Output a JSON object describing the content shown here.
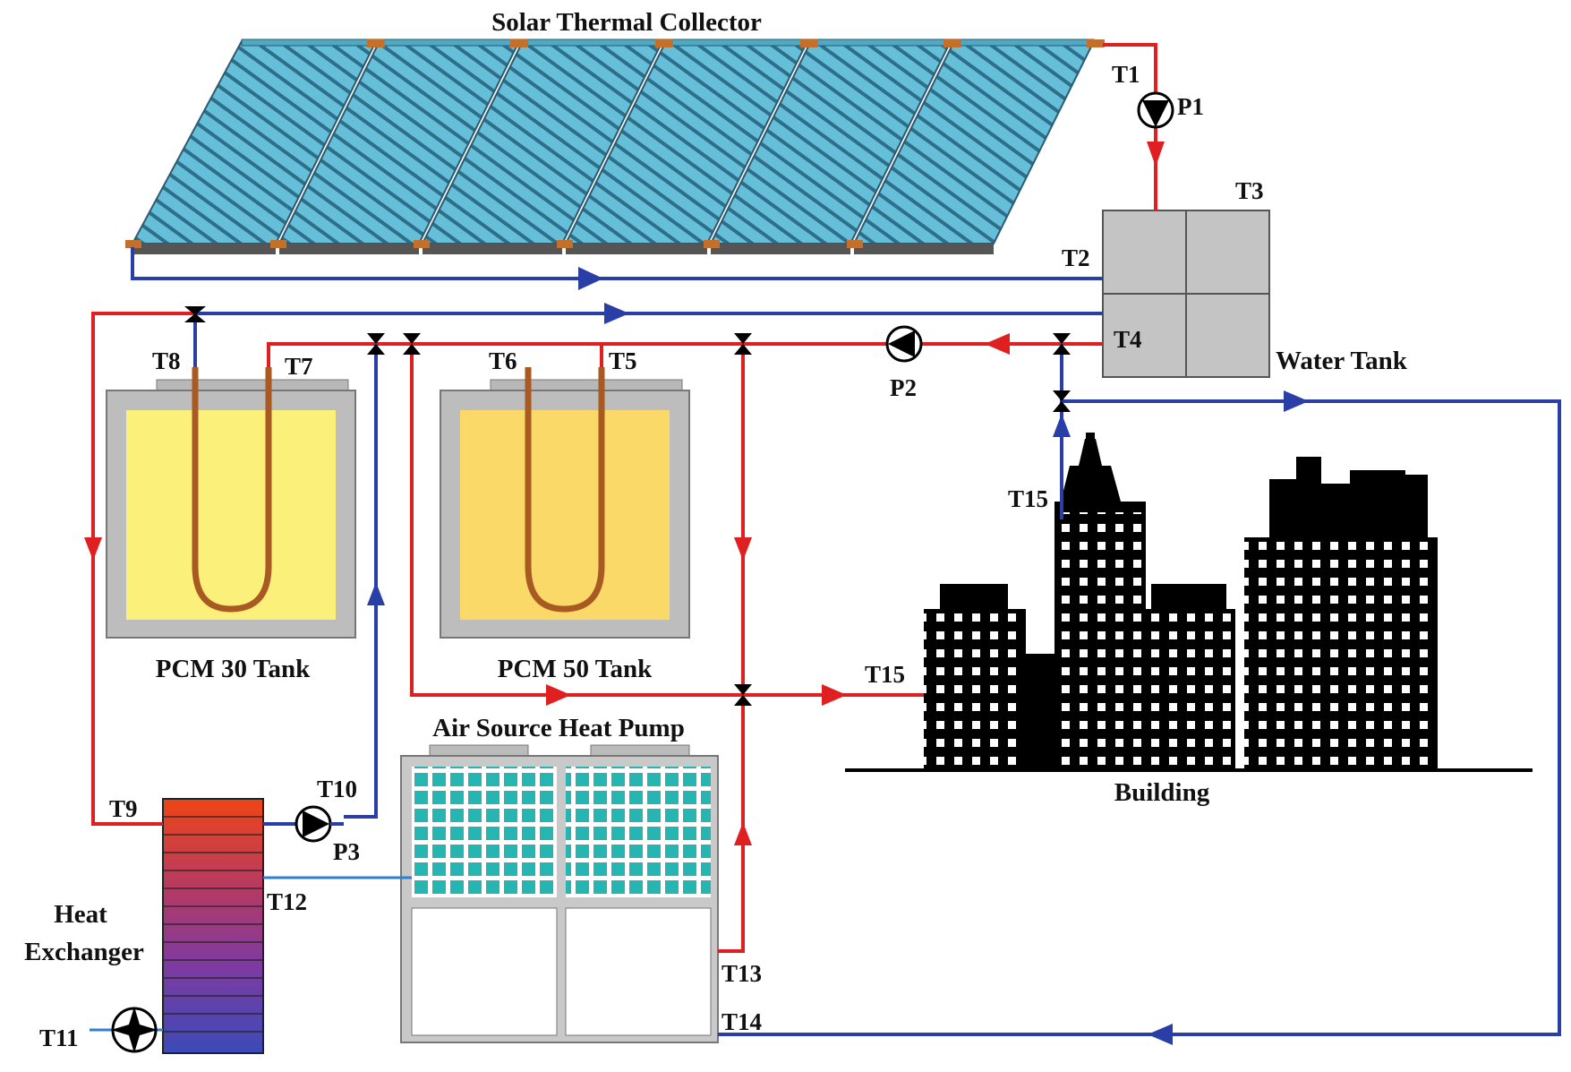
{
  "labels": {
    "solar_collector": "Solar Thermal Collector",
    "water_tank": "Water Tank",
    "pcm30_tank": "PCM 30 Tank",
    "pcm50_tank": "PCM 50 Tank",
    "heat_pump": "Air Source Heat Pump",
    "building": "Building",
    "heat_exchanger_line1": "Heat",
    "heat_exchanger_line2": "Exchanger"
  },
  "sensors": {
    "t1": "T1",
    "t2": "T2",
    "t3": "T3",
    "t4": "T4",
    "t5": "T5",
    "t6": "T6",
    "t7": "T7",
    "t8": "T8",
    "t9": "T9",
    "t10": "T10",
    "t11": "T11",
    "t12": "T12",
    "t13": "T13",
    "t14": "T14",
    "t15_upper": "T15",
    "t15_lower": "T15"
  },
  "pumps": {
    "p1": "P1",
    "p2": "P2",
    "p3": "P3"
  },
  "colors": {
    "hot_pipe": "#e02020",
    "cold_pipe": "#2a3ea8",
    "collector_fill": "#5db7d2",
    "pcm30_fill": "#fbf07a",
    "pcm50_fill": "#fbd968",
    "tank_gray": "#c4c4c4",
    "hp_coil": "#26b5b0",
    "building": "#000000",
    "hx_gradient": [
      "#e8401e",
      "#b53a5c",
      "#7e3a9a",
      "#3a48b8"
    ]
  }
}
